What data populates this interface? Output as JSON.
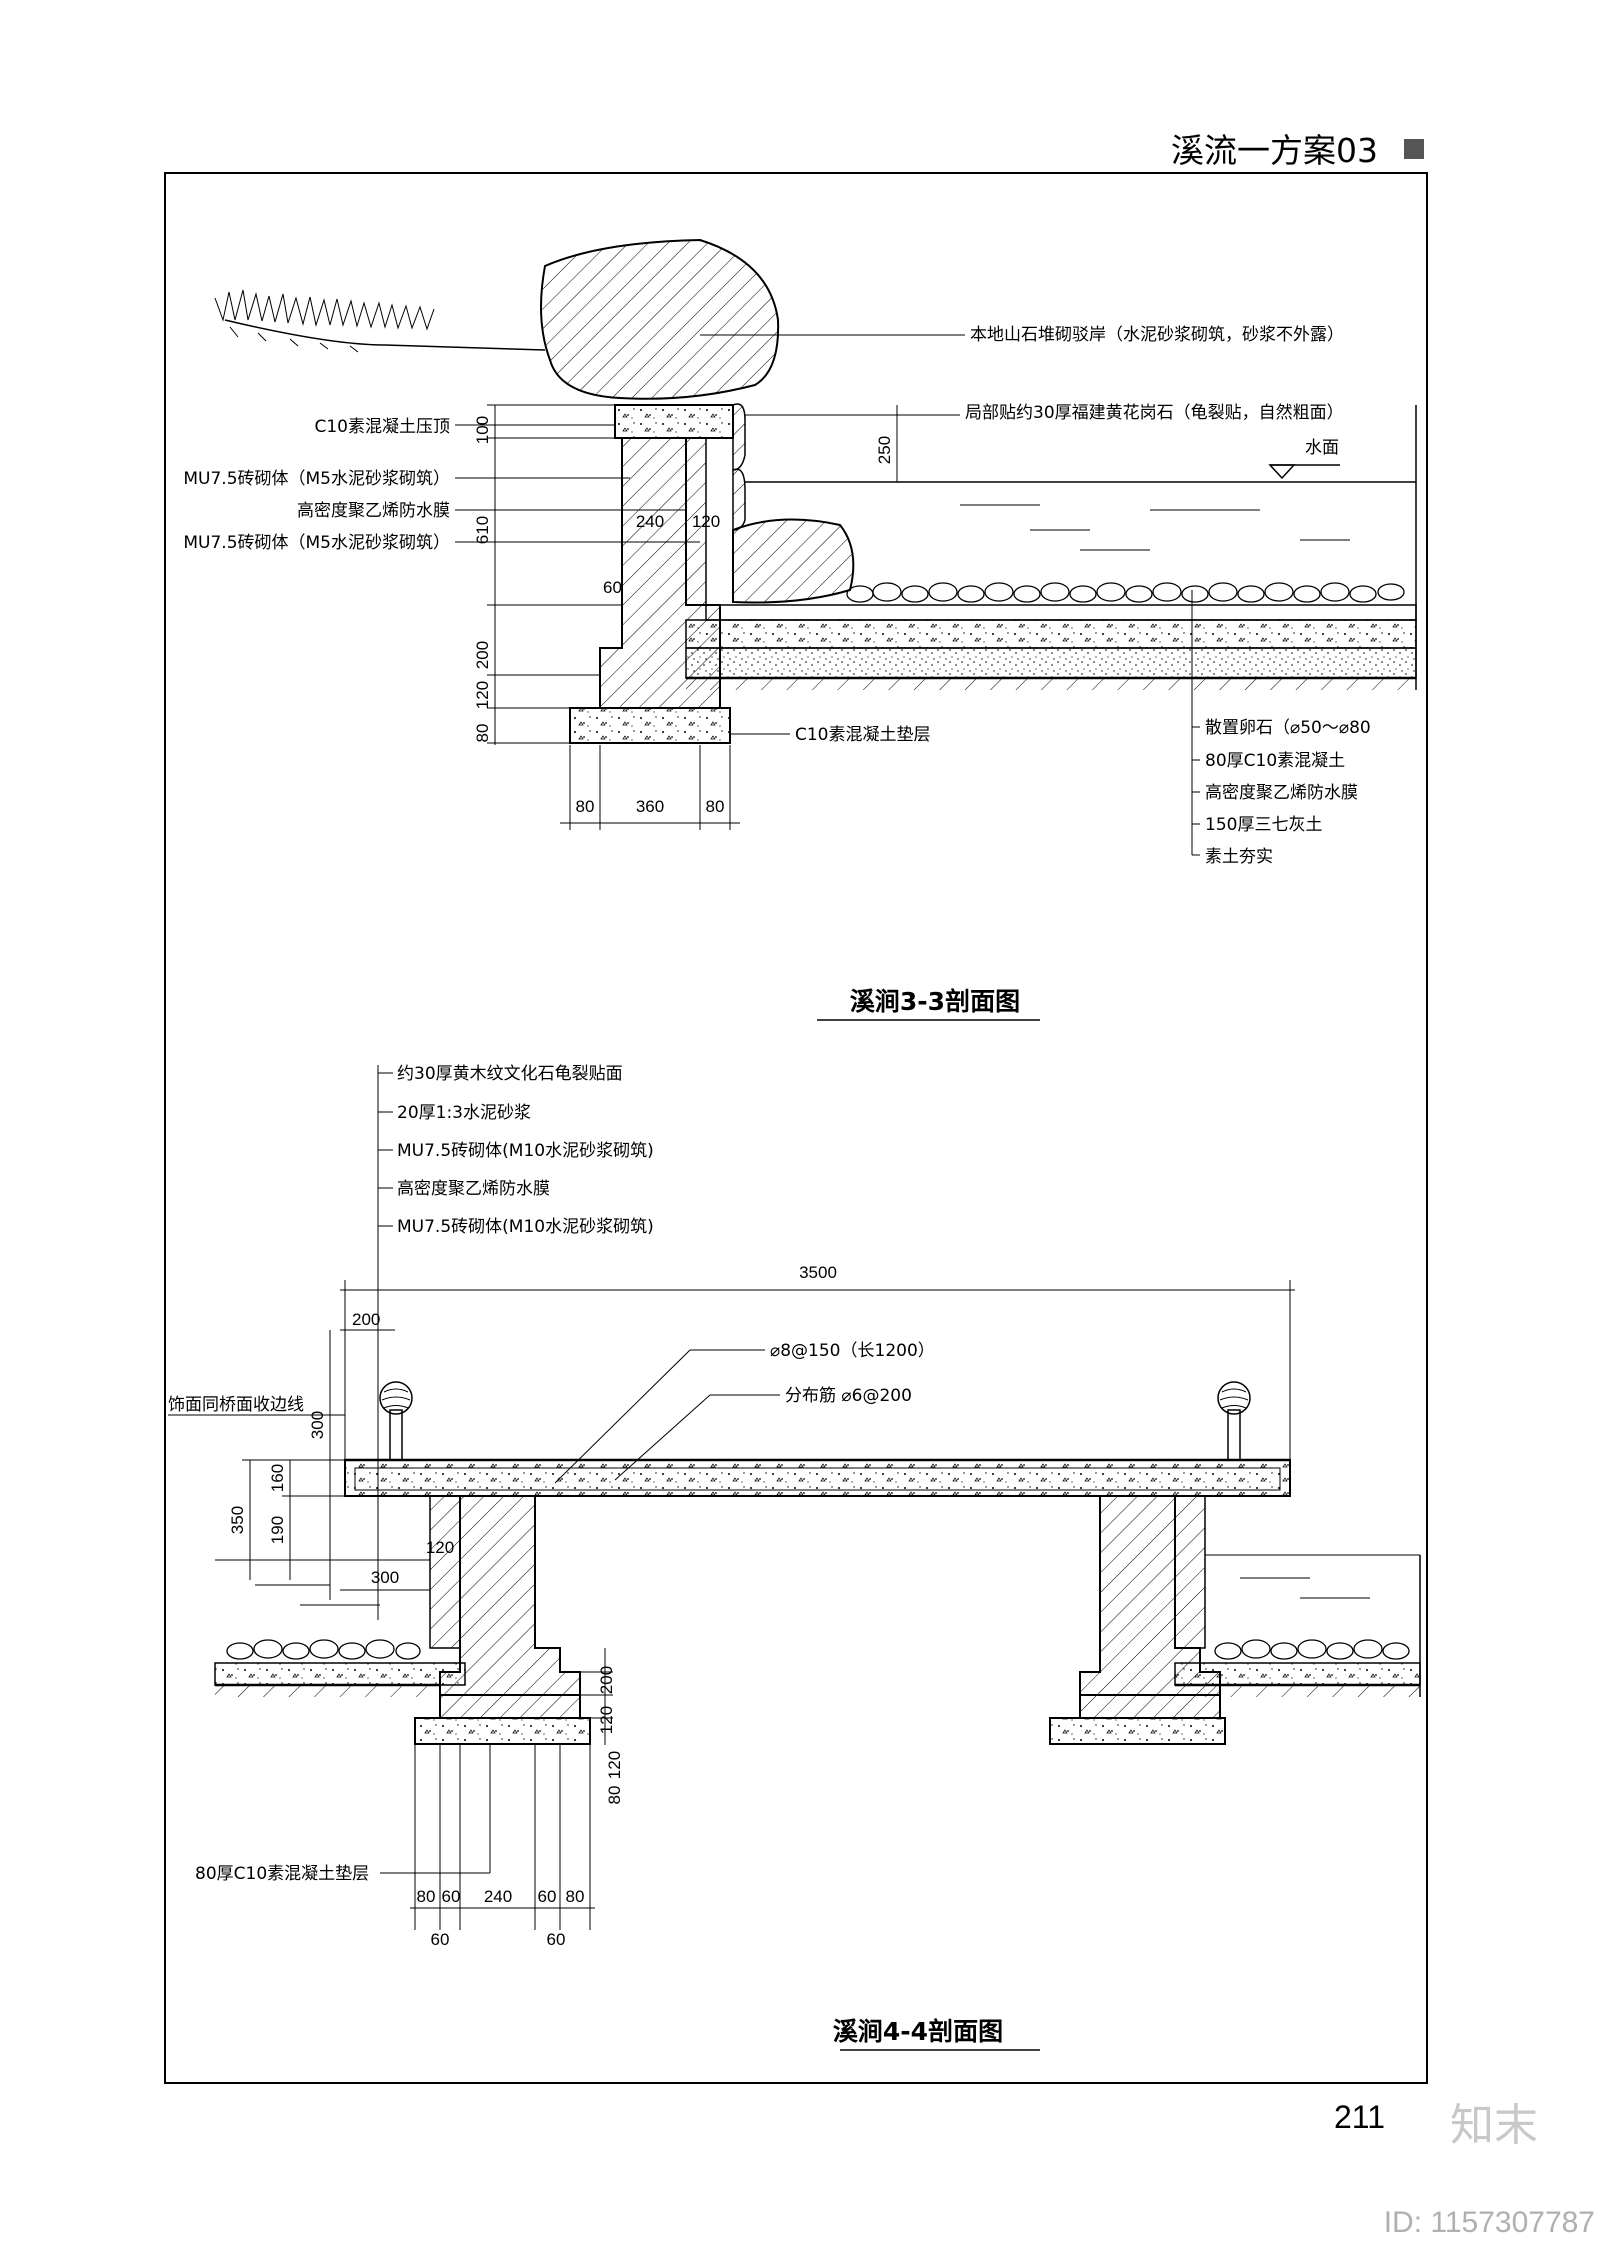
{
  "header": {
    "title": "溪流一方案03",
    "page_number": "211"
  },
  "watermark": {
    "logo": "知末",
    "id": "ID: 1157307787"
  },
  "section33": {
    "title": "溪涧3-3剖面图",
    "callouts_right": {
      "stone_bank": "本地山石堆砌驳岸（水泥砂浆砌筑，砂浆不外露）",
      "granite": "局部贴约30厚福建黄花岗石（龟裂贴，自然粗面）",
      "water_surface": "水面"
    },
    "callouts_left": {
      "cap": "C10素混凝土压顶",
      "brick1": "MU7.5砖砌体（M5水泥砂浆砌筑）",
      "membrane": "高密度聚乙烯防水膜",
      "brick2": "MU7.5砖砌体（M5水泥砂浆砌筑）"
    },
    "foundation_label": "C10素混凝土垫层",
    "bed_layers": [
      "散置卵石（⌀50～⌀80",
      "80厚C10素混凝土",
      "高密度聚乙烯防水膜",
      "150厚三七灰土",
      "素土夯实"
    ],
    "dimensions": {
      "d100": "100",
      "d610": "610",
      "d250": "250",
      "d240": "240",
      "d120": "120",
      "d60": "60",
      "d200": "200",
      "d120b": "120",
      "d80": "80",
      "b80a": "80",
      "b360": "360",
      "b80b": "80"
    }
  },
  "section44": {
    "title": "溪涧4-4剖面图",
    "layer_notes": [
      "约30厚黄木纹文化石龟裂贴面",
      "20厚1:3水泥砂浆",
      "MU7.5砖砌体(M10水泥砂浆砌筑)",
      "高密度聚乙烯防水膜",
      "MU7.5砖砌体(M10水泥砂浆砌筑)"
    ],
    "edge_note": "饰面同桥面收边线",
    "rebar_main": "⌀8@150（长1200）",
    "rebar_dist": "分布筋 ⌀6@200",
    "foundation_label": "80厚C10素混凝土垫层",
    "dimensions": {
      "span": "3500",
      "d200": "200",
      "d300": "300",
      "d350": "350",
      "d160": "160",
      "d190": "190",
      "d120": "120",
      "d300b": "300",
      "r200": "200",
      "r120": "120",
      "r120b": "120",
      "r80": "80",
      "b80a": "80",
      "b60a": "60",
      "b240": "240",
      "b60b": "60",
      "b80b": "80",
      "b60c": "60",
      "b60d": "60"
    }
  }
}
